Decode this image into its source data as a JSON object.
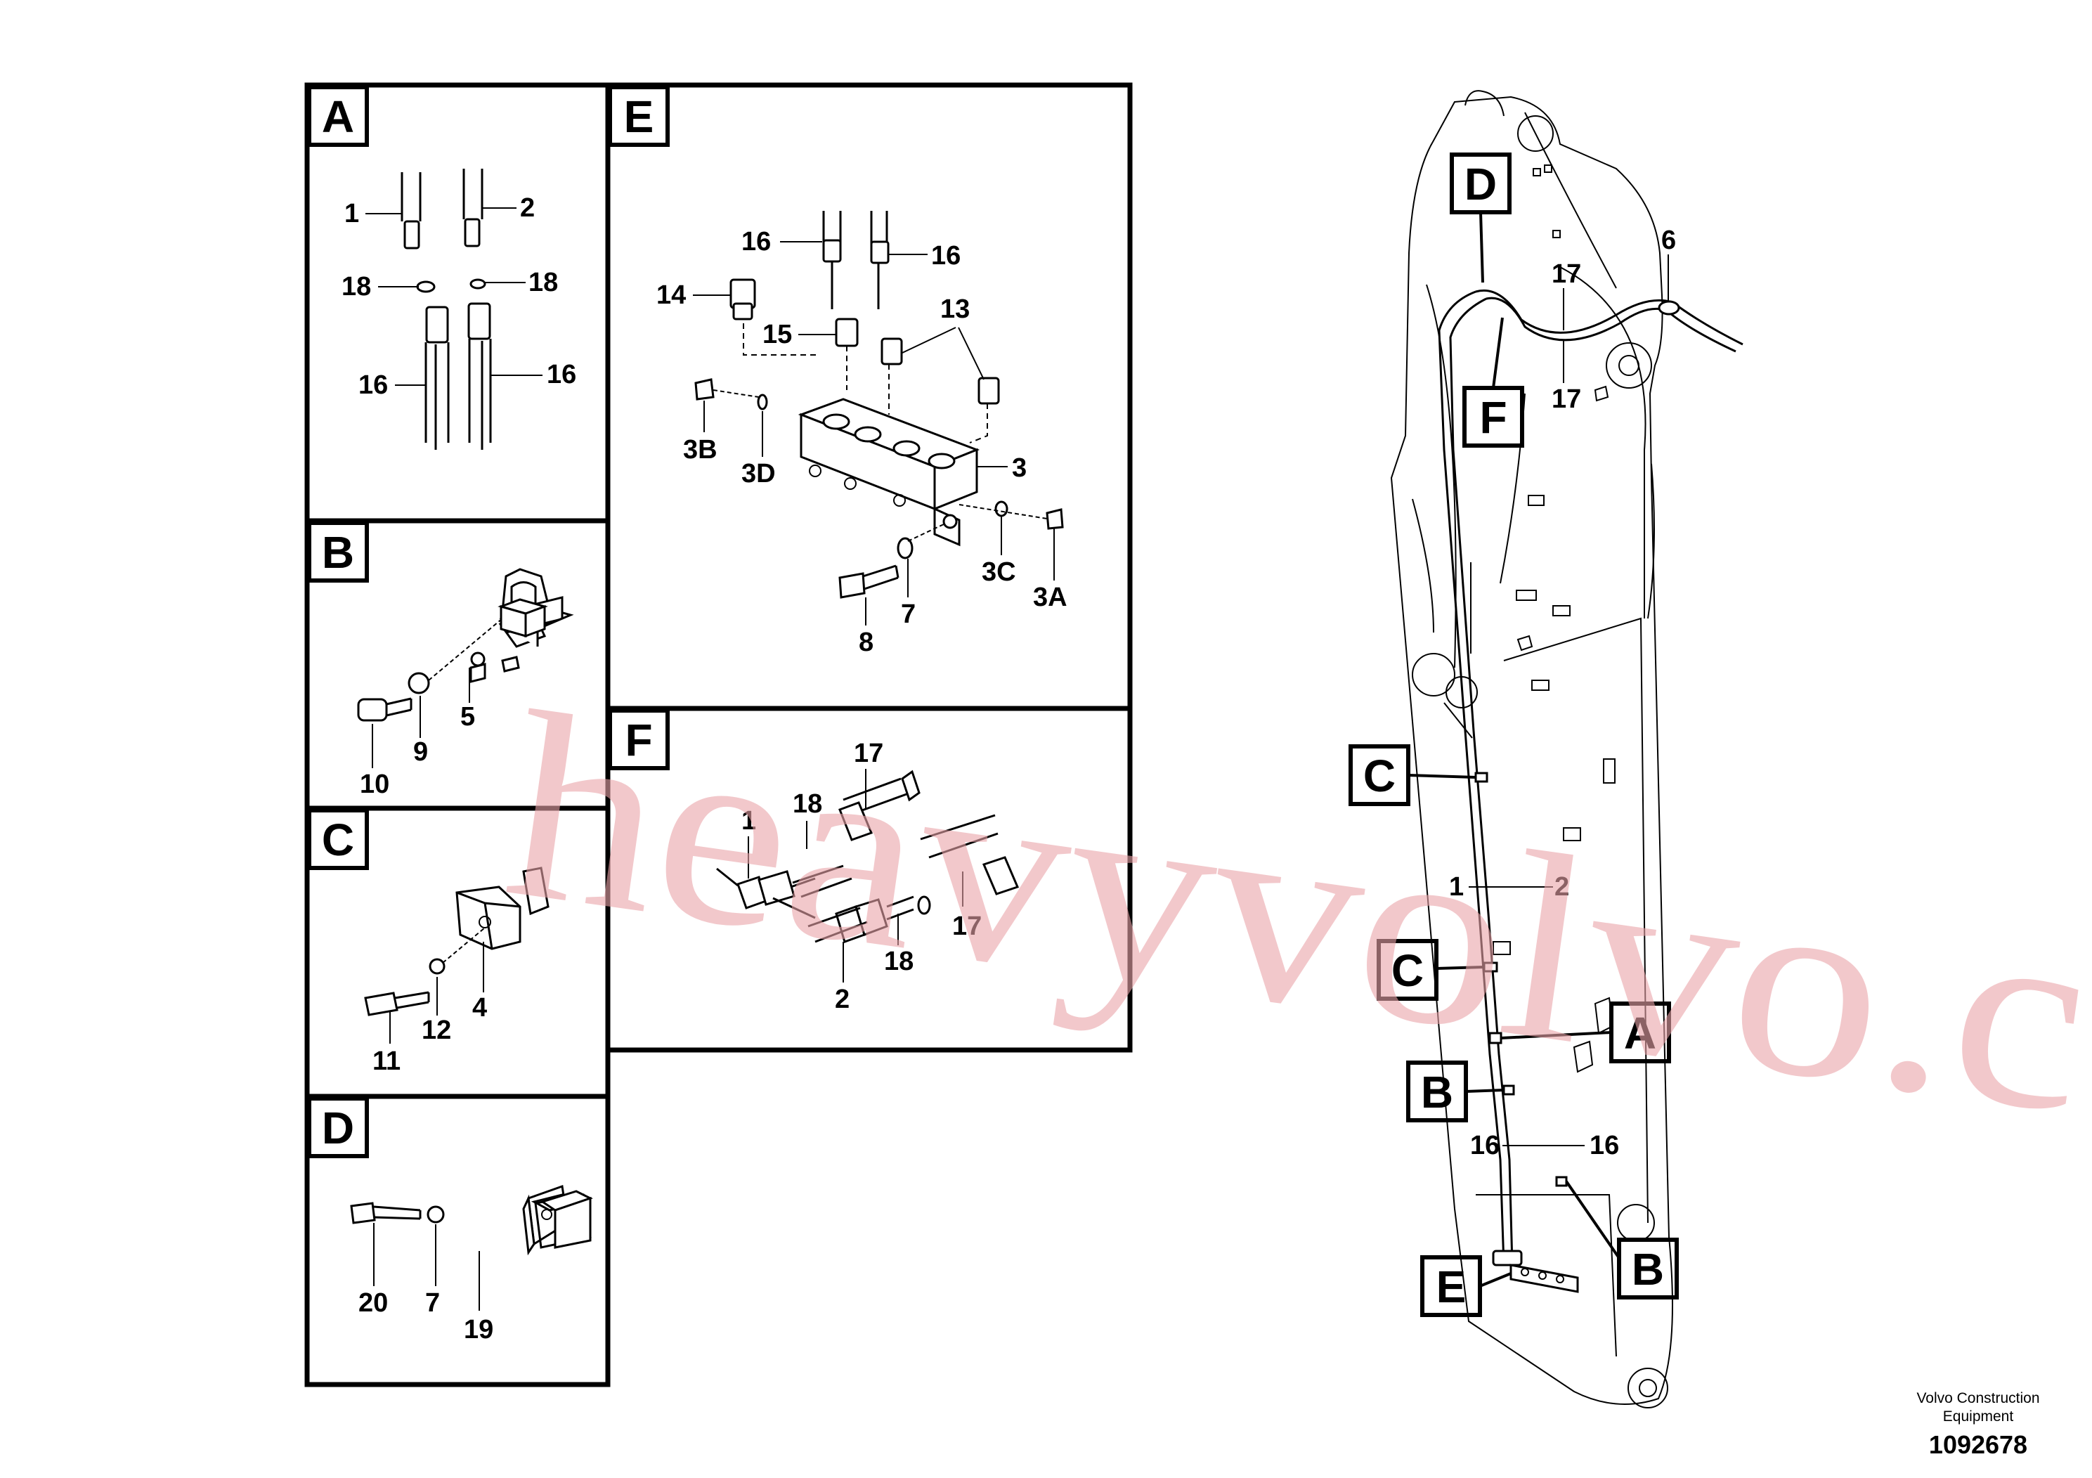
{
  "detail_panels": [
    {
      "id": "A",
      "callouts": [
        "1",
        "2",
        "18",
        "18",
        "16",
        "16"
      ]
    },
    {
      "id": "B",
      "callouts": [
        "5",
        "9",
        "10"
      ]
    },
    {
      "id": "C",
      "callouts": [
        "4",
        "11",
        "12"
      ]
    },
    {
      "id": "D",
      "callouts": [
        "20",
        "7",
        "19"
      ]
    },
    {
      "id": "E",
      "callouts": [
        "16",
        "16",
        "14",
        "15",
        "13",
        "3B",
        "3D",
        "3",
        "3C",
        "3A",
        "8",
        "7"
      ]
    },
    {
      "id": "F",
      "callouts": [
        "17",
        "18",
        "1",
        "17",
        "18",
        "2"
      ]
    }
  ],
  "boom_view": {
    "tags": [
      "D",
      "F",
      "C",
      "C",
      "A",
      "B",
      "B",
      "E"
    ],
    "callouts": [
      "6",
      "17",
      "17",
      "1",
      "2",
      "16",
      "16"
    ]
  },
  "credit": {
    "line1": "Volvo Construction",
    "line2": "Equipment"
  },
  "document_number": "1092678",
  "watermark": "heavyvolvo.com"
}
